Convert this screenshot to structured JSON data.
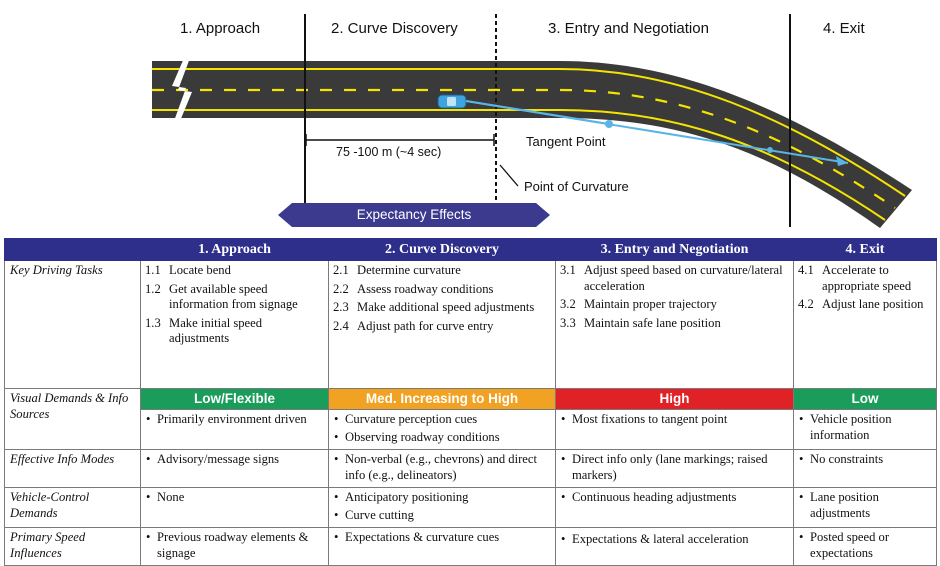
{
  "diagram": {
    "phases": [
      "1. Approach",
      "2. Curve Discovery",
      "3. Entry and Negotiation",
      "4. Exit"
    ],
    "tangent_point_label": "Tangent Point",
    "distance_label": "75 -100 m (~4 sec)",
    "point_of_curvature_label": "Point of Curvature",
    "expectancy_label": "Expectancy Effects",
    "colors": {
      "road": "#3a3a3a",
      "edge_line": "#f5e400",
      "sight_line": "#5ab4e6",
      "expectancy_arrow": "#3b3a8f",
      "car": "#3fa3e0"
    }
  },
  "table": {
    "headers": [
      "",
      "1. Approach",
      "2. Curve Discovery",
      "3. Entry and Negotiation",
      "4. Exit"
    ],
    "rows": {
      "key_tasks": {
        "label": "Key Driving Tasks",
        "approach": [
          {
            "num": "1.1",
            "text": "Locate bend"
          },
          {
            "num": "1.2",
            "text": "Get available speed information from signage"
          },
          {
            "num": "1.3",
            "text": "Make initial speed adjustments"
          }
        ],
        "discovery": [
          {
            "num": "2.1",
            "text": "Determine curvature"
          },
          {
            "num": "2.2",
            "text": "Assess roadway conditions"
          },
          {
            "num": "2.3",
            "text": "Make additional speed adjustments"
          },
          {
            "num": "2.4",
            "text": "Adjust path for curve entry"
          }
        ],
        "entry": [
          {
            "num": "3.1",
            "text": "Adjust speed based on curvature/lateral acceleration"
          },
          {
            "num": "3.2",
            "text": "Maintain proper trajectory"
          },
          {
            "num": "3.3",
            "text": "Maintain safe lane position"
          }
        ],
        "exit": [
          {
            "num": "4.1",
            "text": "Accelerate to appropriate speed"
          },
          {
            "num": "4.2",
            "text": "Adjust lane position"
          }
        ]
      },
      "visual_demands": {
        "label": "Visual Demands & Info Sources",
        "levels": [
          "Low/Flexible",
          "Med. Increasing to High",
          "High",
          "Low"
        ],
        "level_colors": [
          "#1a9c5a",
          "#f2a222",
          "#e02126",
          "#1a9c5a"
        ],
        "approach": [
          "Primarily environment driven"
        ],
        "discovery": [
          "Curvature perception cues",
          "Observing roadway conditions"
        ],
        "entry": [
          "Most fixations to tangent point"
        ],
        "exit": [
          "Vehicle position information"
        ]
      },
      "effective_info": {
        "label": "Effective Info Modes",
        "approach": [
          "Advisory/message signs"
        ],
        "discovery": [
          "Non-verbal (e.g., chevrons) and direct info (e.g., delineators)"
        ],
        "entry": [
          "Direct info only (lane markings; raised markers)"
        ],
        "exit": [
          "No constraints"
        ]
      },
      "vehicle_control": {
        "label": "Vehicle-Control Demands",
        "approach": [
          "None"
        ],
        "discovery": [
          "Anticipatory positioning",
          "Curve cutting"
        ],
        "entry": [
          "Continuous heading adjustments"
        ],
        "exit": [
          "Lane position adjustments"
        ]
      },
      "speed_influences": {
        "label": "Primary Speed Influences",
        "approach": [
          "Previous roadway elements & signage"
        ],
        "discovery": [
          "Expectations & curvature cues"
        ],
        "entry": [
          "Expectations & lateral acceleration"
        ],
        "exit": [
          "Posted speed or expectations"
        ]
      }
    }
  }
}
